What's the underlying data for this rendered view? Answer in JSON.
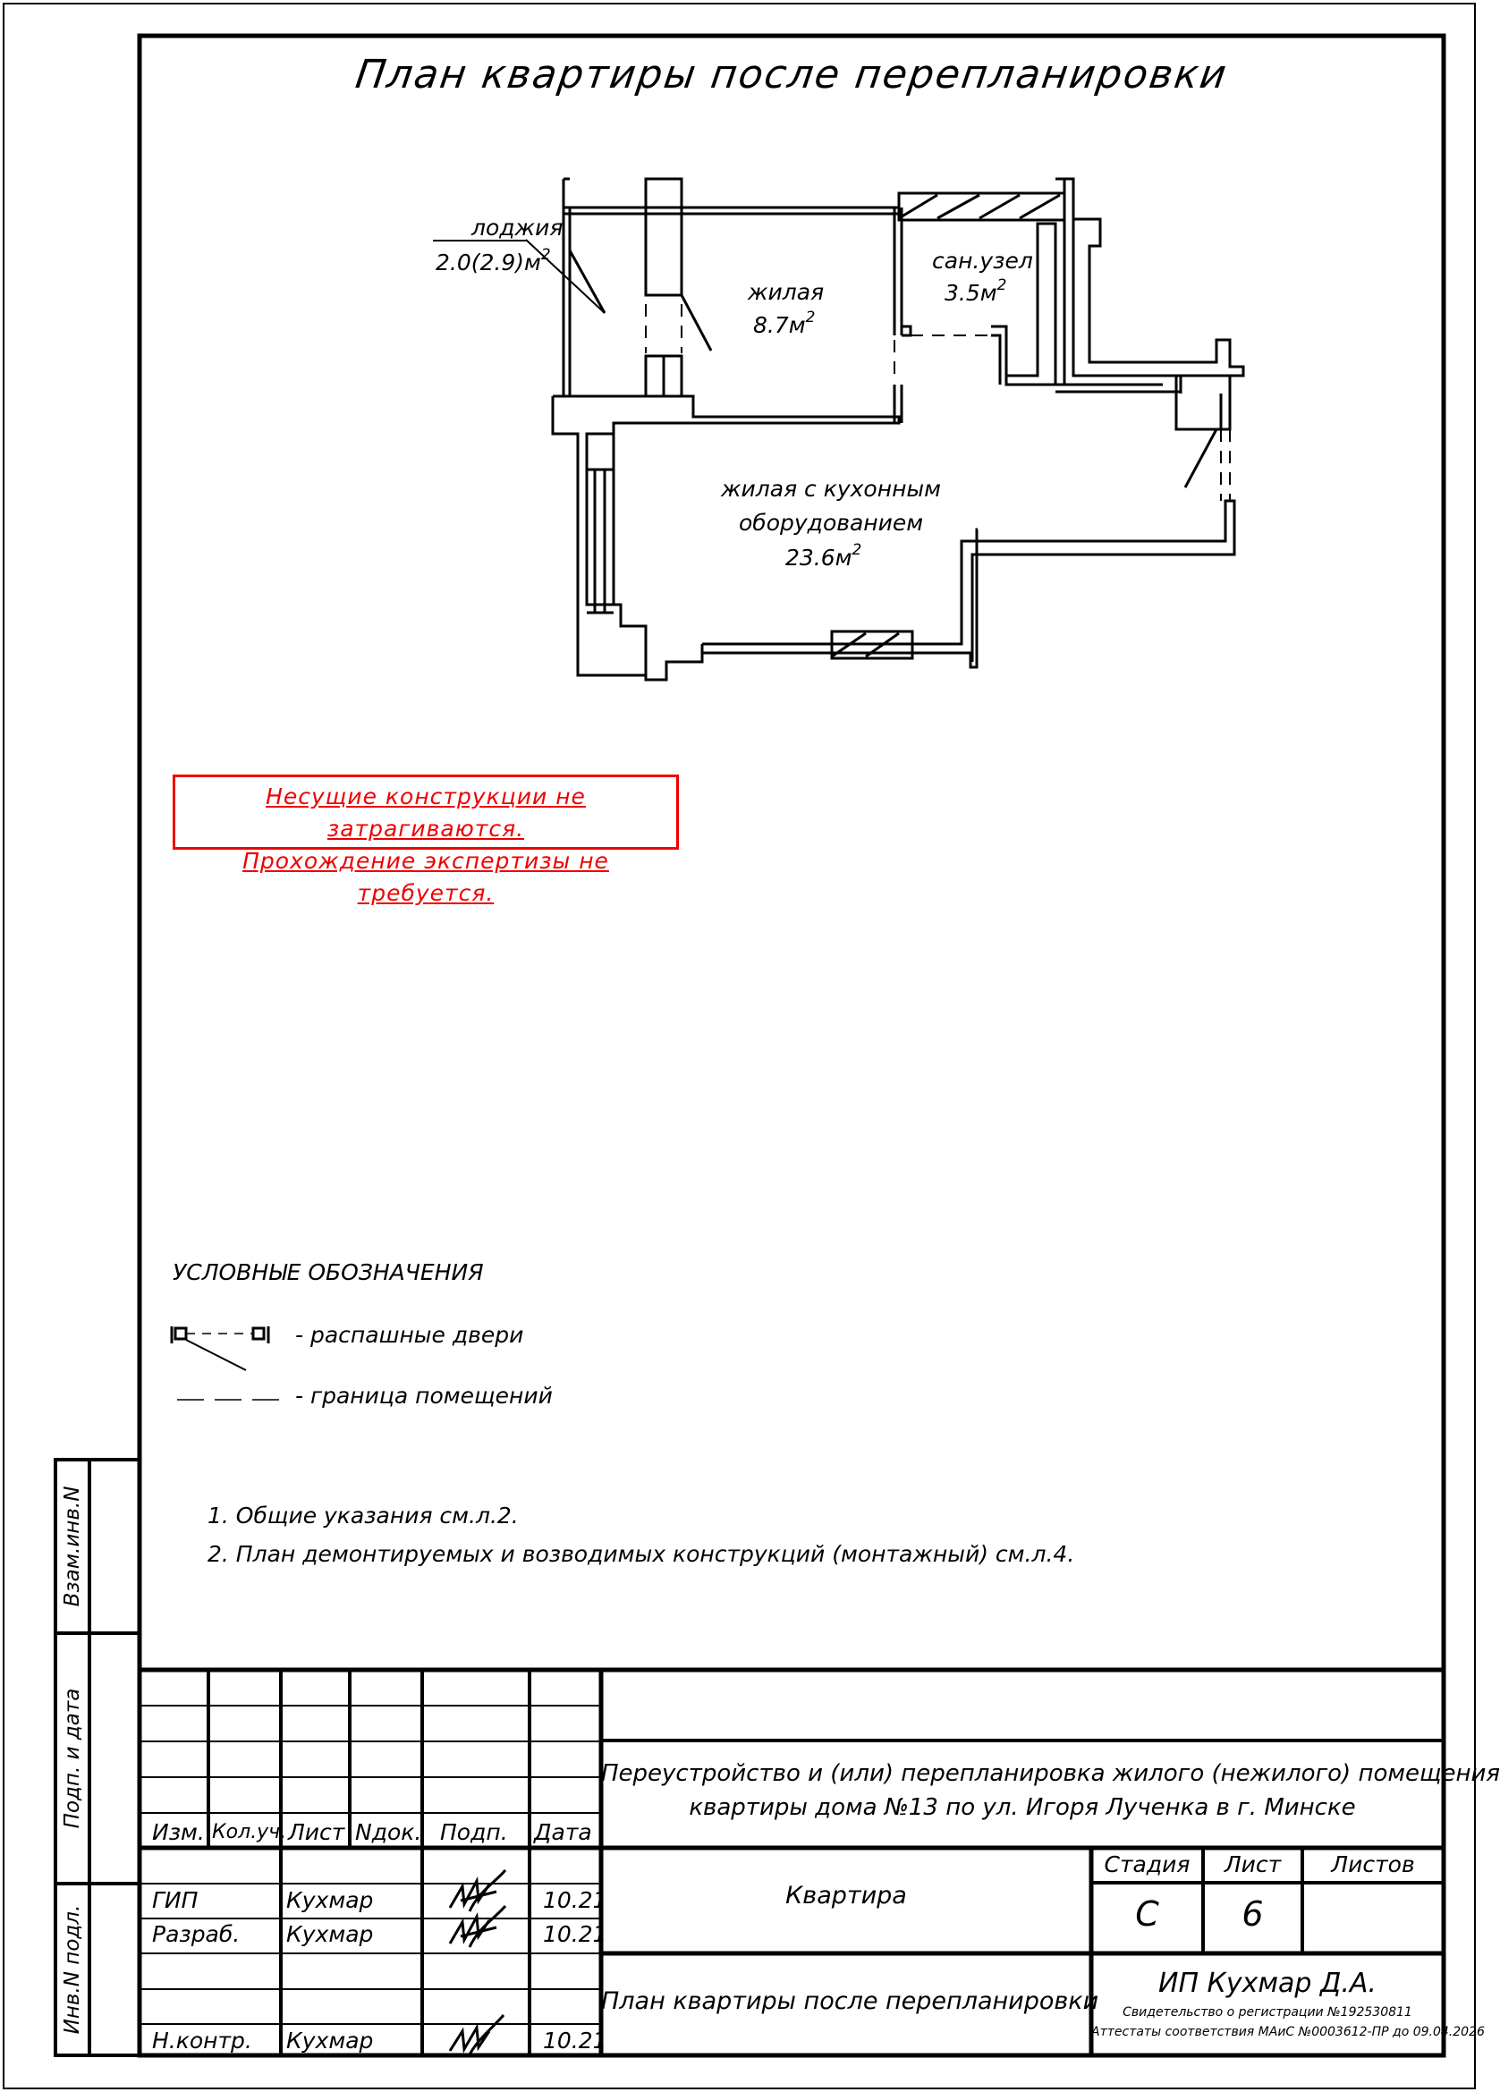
{
  "title": "План квартиры после перепланировки",
  "rooms": {
    "loggia_name": "лоджия",
    "loggia_area": "2.0(2.9)м",
    "living1_name": "жилая",
    "living1_area": "8.7м",
    "bath_name": "сан.узел",
    "bath_area": "3.5м",
    "living2_line1": "жилая с кухонным",
    "living2_line2": "оборудованием",
    "living2_area": "23.6м",
    "sup": "2"
  },
  "notice": {
    "line1": "Несущие конструкции не затрагиваются.",
    "line2": "Прохождение экспертизы не требуется."
  },
  "legend": {
    "heading": "УСЛОВНЫЕ ОБОЗНАЧЕНИЯ",
    "door": "- распашные двери",
    "boundary": "- граница помещений"
  },
  "notes": [
    "1.  Общие указания см.л.2.",
    "2.  План демонтируемых и возводимых конструкций (монтажный) см.л.4."
  ],
  "side_stamp": [
    "Взам.инв.N",
    "Подп. и дата",
    "Инв.N подл."
  ],
  "titleblock": {
    "headers": [
      "Изм.",
      "Кол.уч.",
      "Лист",
      "Nдок.",
      "Подп.",
      "Дата"
    ],
    "people": [
      {
        "role": "ГИП",
        "name": "Кухмар",
        "date": "10.21"
      },
      {
        "role": "Разраб.",
        "name": "Кухмар",
        "date": "10.21"
      },
      {
        "role": "Н.контр.",
        "name": "Кухмар",
        "date": "10.21"
      }
    ],
    "project_line1": "Переустройство и (или) перепланировка жилого (нежилого) помещения",
    "project_line2": "квартиры дома №13 по ул. Игоря Лученка в г. Минске",
    "object": "Квартира",
    "sheet_title": "План квартиры после перепланировки",
    "stage_label": "Стадия",
    "sheet_label": "Лист",
    "sheets_label": "Листов",
    "stage": "С",
    "sheet": "6",
    "company": "ИП Кухмар Д.А.",
    "cert1": "Свидетельство о регистрации №192530811",
    "cert2": "Аттестаты соответствия МАиС №0003612-ПР до 09.04.2026"
  }
}
